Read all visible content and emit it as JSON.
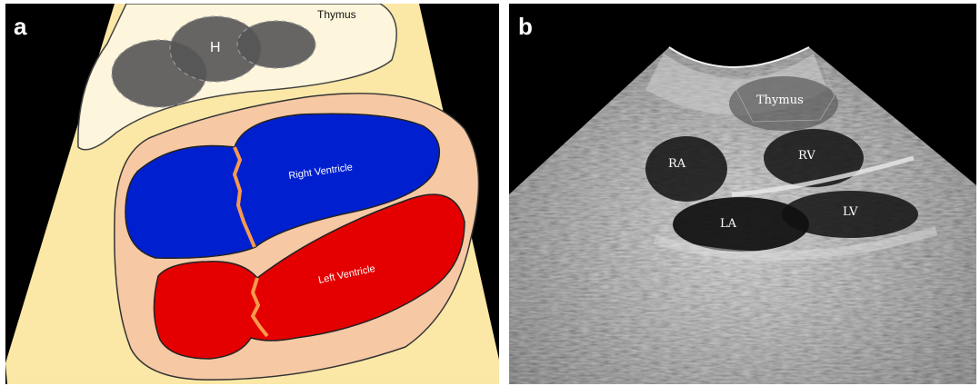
{
  "figure": {
    "panel_a": {
      "letter": "a",
      "labels": {
        "thymus": "Thymus",
        "h": "H",
        "right_ventricle": "Right Ventricle",
        "left_ventricle": "Left Ventricle"
      },
      "colors": {
        "background": "#000000",
        "fat": "#fbe8a6",
        "thymus": "#fdf6dc",
        "pericardium": "#f6c8a4",
        "right_ventricle": "#0020d0",
        "left_ventricle": "#e40000",
        "septum": "#f59a4e",
        "h_circles": "#555555"
      }
    },
    "panel_b": {
      "letter": "b",
      "labels": {
        "thymus": "Thymus",
        "ra": "RA",
        "rv": "RV",
        "la": "LA",
        "lv": "LV"
      }
    }
  }
}
